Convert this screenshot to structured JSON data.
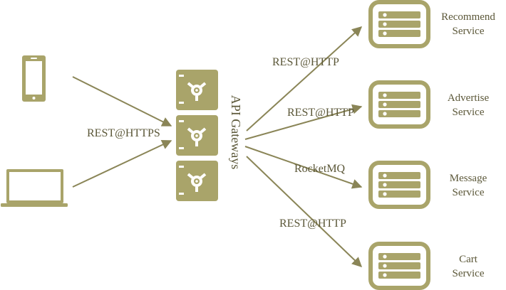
{
  "diagram": {
    "colors": {
      "olive": "#a9a46a",
      "olive_dark": "#8c8753",
      "line": "#8a8557",
      "text": "#5b5738",
      "icon_fill": "#ffffff"
    },
    "clients": [
      {
        "name": "mobile-phone",
        "icon": "smartphone-icon"
      },
      {
        "name": "laptop",
        "icon": "laptop-icon"
      }
    ],
    "client_edge_label": "REST@HTTPS",
    "gateway": {
      "label": "API Gateways",
      "node_count": 3,
      "icon": "gateway-node-icon"
    },
    "edges": [
      {
        "label": "REST@HTTP"
      },
      {
        "label": "REST@HTTP"
      },
      {
        "label": "RocketMQ"
      },
      {
        "label": "REST@HTTP"
      }
    ],
    "services": [
      {
        "line1": "Recommend",
        "line2": "Service",
        "icon": "server-icon"
      },
      {
        "line1": "Advertise",
        "line2": "Service",
        "icon": "server-icon"
      },
      {
        "line1": "Message",
        "line2": "Service",
        "icon": "server-icon"
      },
      {
        "line1": "Cart",
        "line2": "Service",
        "icon": "server-icon"
      }
    ]
  }
}
